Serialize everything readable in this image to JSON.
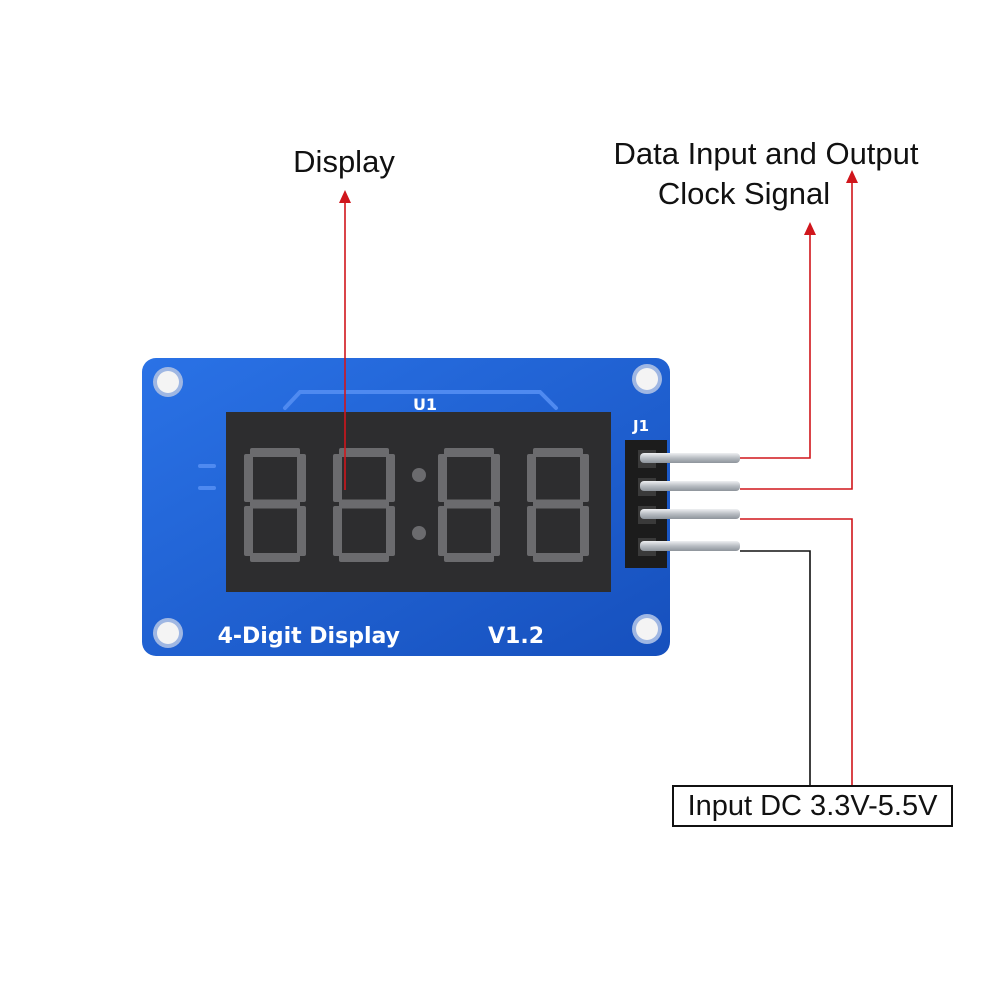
{
  "labels": {
    "display": "Display",
    "data_io": "Data Input and Output",
    "clock": "Clock Signal",
    "power": "Input DC 3.3V-5.5V"
  },
  "board": {
    "silkscreen_title": "4-Digit Display",
    "silkscreen_version": "V1.2",
    "chip_ref": "U1",
    "header_ref": "J1"
  },
  "colors": {
    "pcb_blue": "#1a5fd0",
    "display_body": "#2d2d2f",
    "segment_off": "#6b6b6e",
    "leader_red": "#d0161c",
    "leader_black": "#111111",
    "pin_metal": "#bfc3c8"
  }
}
